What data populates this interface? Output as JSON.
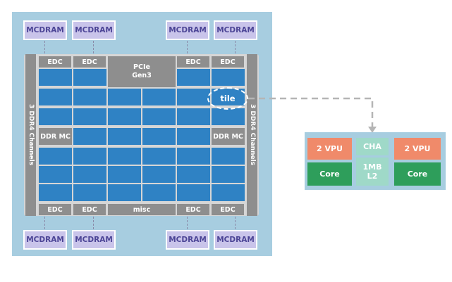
{
  "chip": {
    "mcdram_label": "MCDRAM",
    "edc_label": "EDC",
    "pcie_label": "PCIe\nGen3",
    "misc_label": "misc",
    "ddr_mc_label": "DDR MC",
    "ddr_channels_label": "3 DDR4 Channels",
    "tile_label": "tile"
  },
  "tile_detail": {
    "vpu_label": "2 VPU",
    "core_label": "Core",
    "cha_label": "CHA",
    "l2_label": "1MB\nL2"
  },
  "colors": {
    "chip_background": "#a7cde0",
    "mcdram": "#c9c4ea",
    "tile": "#2f82c4",
    "gray_block": "#8e8e8e",
    "vpu": "#f08a6a",
    "core": "#2e9e5b",
    "cha_l2": "#9fd9c8"
  }
}
